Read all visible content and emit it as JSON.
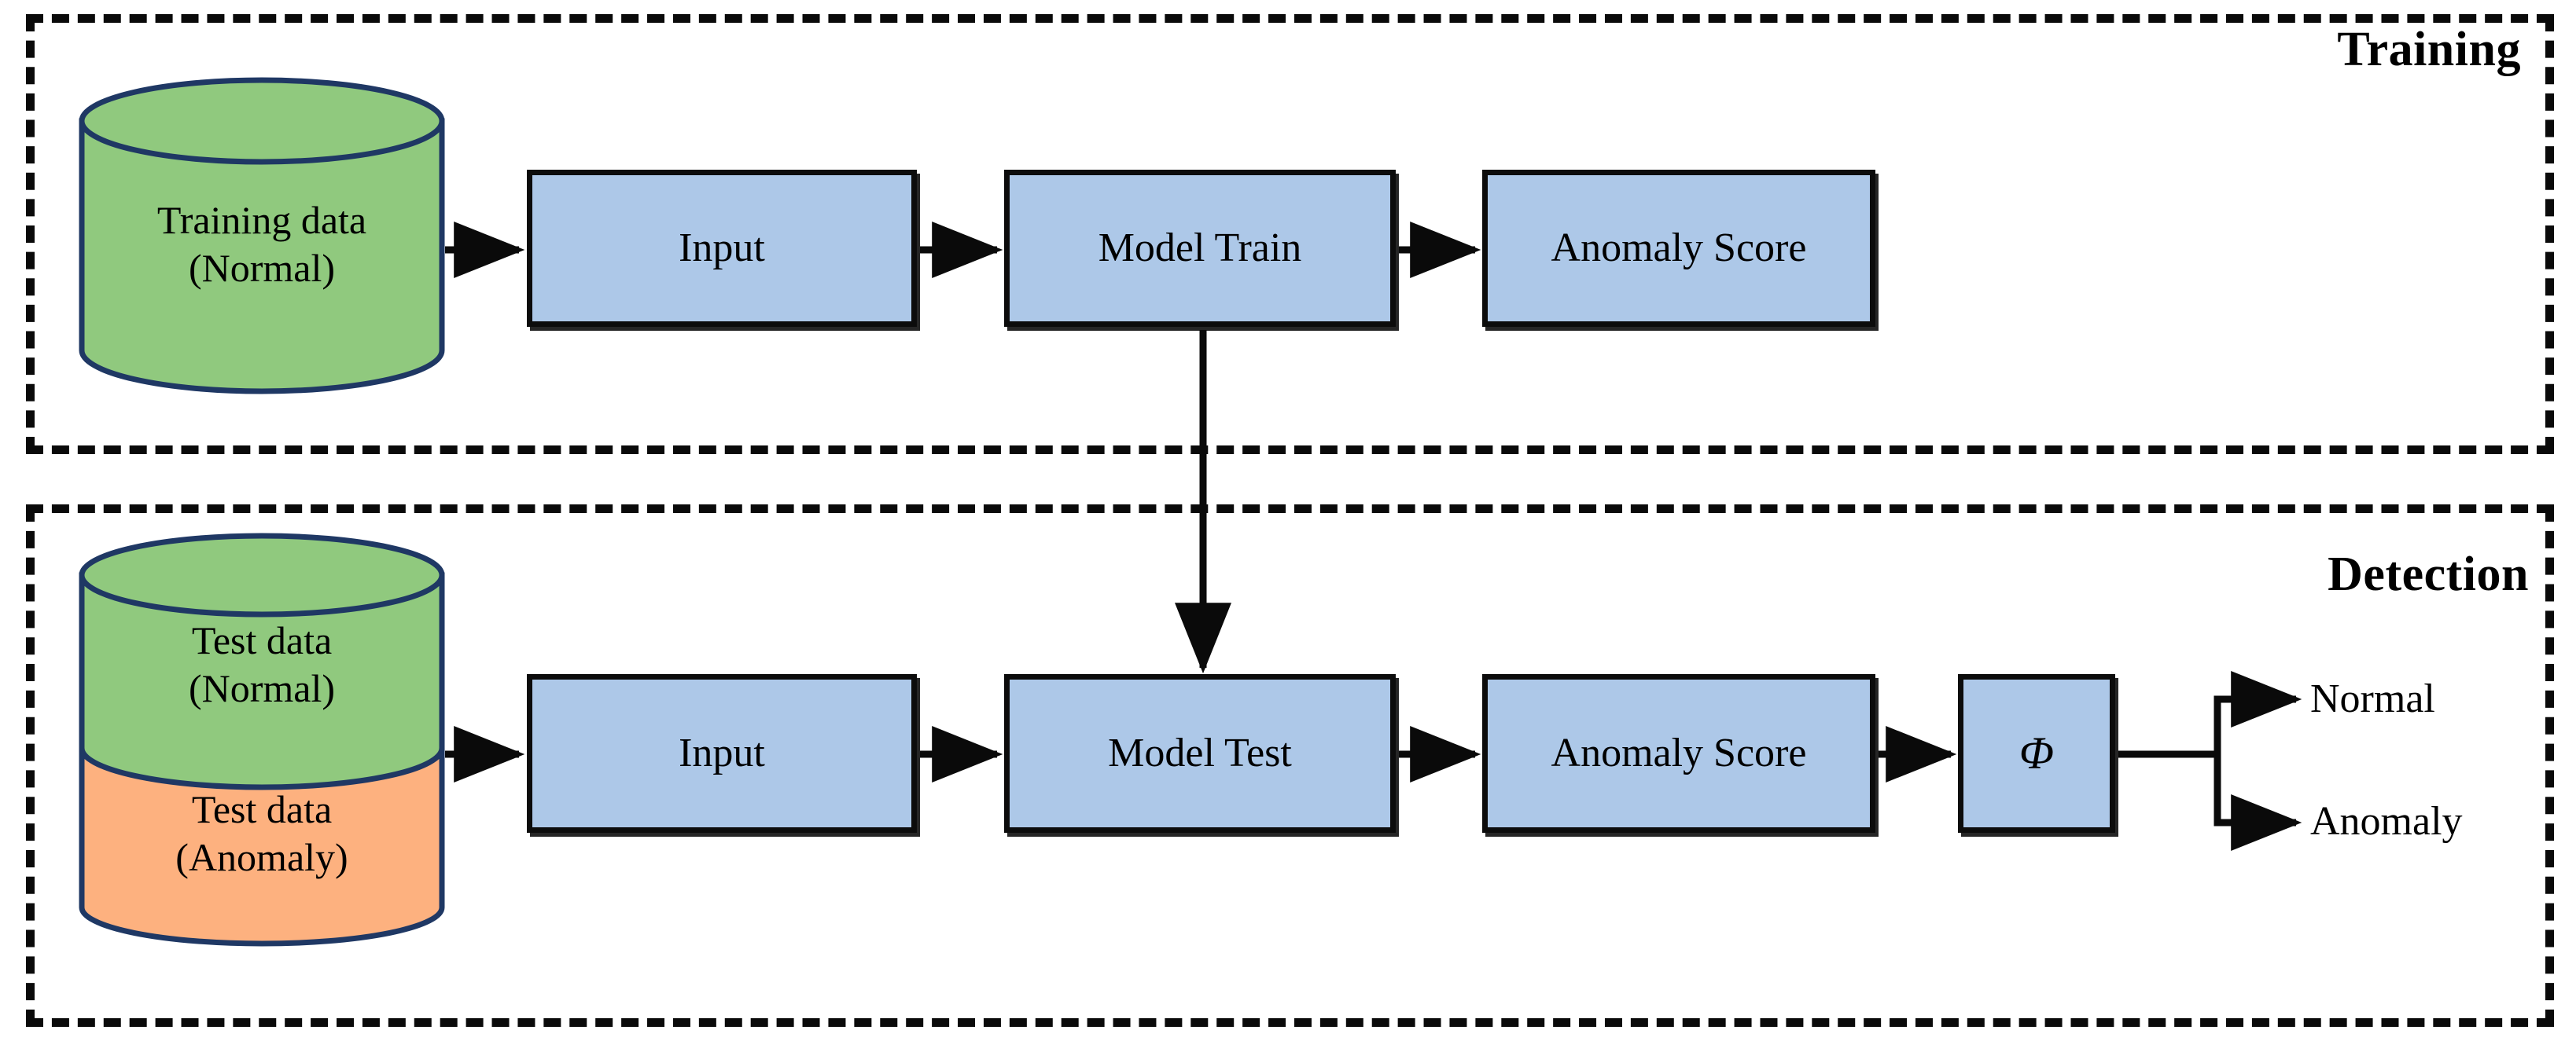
{
  "diagram": {
    "title_training": "Training",
    "title_detection": "Detection",
    "colors": {
      "box_fill": "#adc8e8",
      "cylinder_normal_fill": "#90c97e",
      "cylinder_anomaly_fill": "#fdb17f",
      "cylinder_stroke": "#1f3864",
      "box_stroke": "#0c0c0c",
      "frame_stroke": "#0a0a0a",
      "text": "#000000"
    }
  },
  "training": {
    "label": "Training",
    "datastore": {
      "line1": "Training data",
      "line2": "(Normal)",
      "fill": "#90c97e"
    },
    "nodes": [
      {
        "id": "train-input",
        "label": "Input"
      },
      {
        "id": "model-train",
        "label": "Model Train"
      },
      {
        "id": "train-score",
        "label": "Anomaly Score"
      }
    ]
  },
  "detection": {
    "label": "Detection",
    "datastores": [
      {
        "id": "test-normal",
        "line1": "Test data",
        "line2": "(Normal)",
        "fill": "#90c97e"
      },
      {
        "id": "test-anomaly",
        "line1": "Test data",
        "line2": "(Anomaly)",
        "fill": "#fdb17f"
      }
    ],
    "nodes": [
      {
        "id": "test-input",
        "label": "Input"
      },
      {
        "id": "model-test",
        "label": "Model Test"
      },
      {
        "id": "test-score",
        "label": "Anomaly Score"
      },
      {
        "id": "threshold",
        "label": "Φ"
      }
    ],
    "outputs": [
      {
        "id": "out-normal",
        "label": "Normal"
      },
      {
        "id": "out-anomaly",
        "label": "Anomaly"
      }
    ]
  },
  "flow": {
    "edges": [
      {
        "from": "training-data",
        "to": "train-input"
      },
      {
        "from": "train-input",
        "to": "model-train"
      },
      {
        "from": "model-train",
        "to": "train-score"
      },
      {
        "from": "model-train",
        "to": "model-test"
      },
      {
        "from": "test-data",
        "to": "test-input"
      },
      {
        "from": "test-input",
        "to": "model-test"
      },
      {
        "from": "model-test",
        "to": "test-score"
      },
      {
        "from": "test-score",
        "to": "threshold"
      },
      {
        "from": "threshold",
        "to": "out-normal"
      },
      {
        "from": "threshold",
        "to": "out-anomaly"
      }
    ]
  }
}
